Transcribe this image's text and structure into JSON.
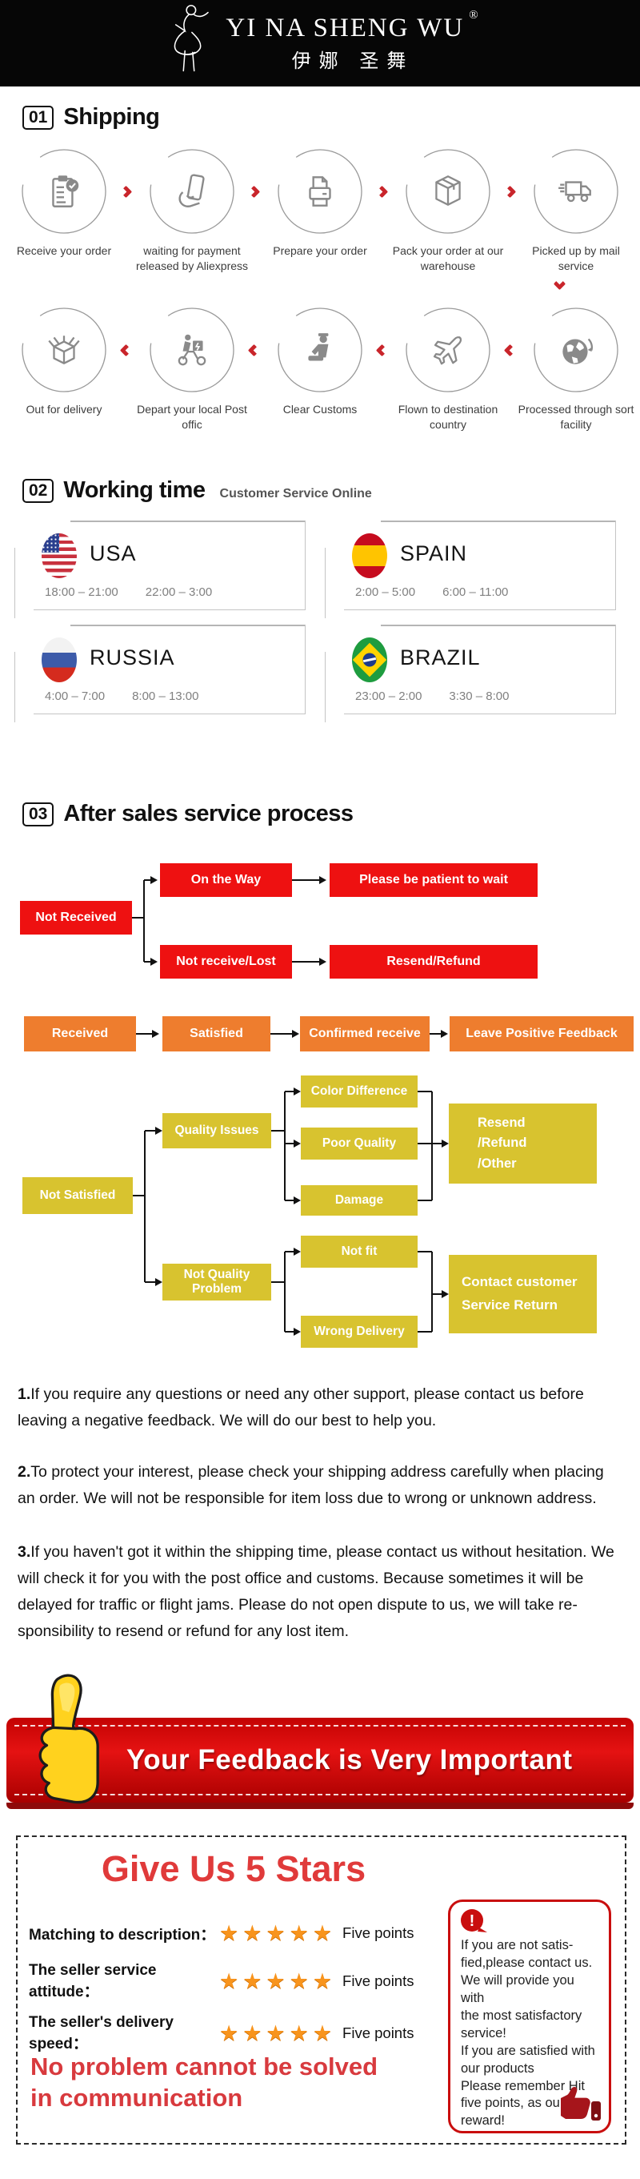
{
  "header": {
    "brand": "YI NA SHENG WU",
    "reg": "®",
    "brand_cn": "伊娜 圣舞"
  },
  "sections": {
    "shipping": {
      "num": "01",
      "title": "Shipping"
    },
    "working_time": {
      "num": "02",
      "title": "Working time",
      "subtitle": "Customer Service Online"
    },
    "after_sales": {
      "num": "03",
      "title": "After sales service process"
    }
  },
  "shipping": {
    "row1": [
      {
        "label": "Receive your order"
      },
      {
        "label": "waiting for payment released by Aliexpress"
      },
      {
        "label": "Prepare your order"
      },
      {
        "label": "Pack your order at our warehouse"
      },
      {
        "label": "Picked up by mail service"
      }
    ],
    "row2": [
      {
        "label": "Out for delivery"
      },
      {
        "label": "Depart your local Post offic"
      },
      {
        "label": "Clear Customs"
      },
      {
        "label": "Flown to destination country"
      },
      {
        "label": "Processed through sort facility"
      }
    ]
  },
  "working_time": {
    "countries": [
      {
        "name": "USA",
        "times": [
          "18:00 – 21:00",
          "22:00 – 3:00"
        ]
      },
      {
        "name": "SPAIN",
        "times": [
          "2:00 – 5:00",
          "6:00 – 11:00"
        ]
      },
      {
        "name": "RUSSIA",
        "times": [
          "4:00 – 7:00",
          "8:00 – 13:00"
        ]
      },
      {
        "name": "BRAZIL",
        "times": [
          "23:00 – 2:00",
          "3:30 – 8:00"
        ]
      }
    ]
  },
  "flow": {
    "not_received": "Not Received",
    "on_the_way": "On the Way",
    "please_wait": "Please be patient to wait",
    "not_receive_lost": "Not receive/Lost",
    "resend_refund": "Resend/Refund",
    "received": "Received",
    "satisfied": "Satisfied",
    "confirmed_receive": "Confirmed receive",
    "leave_feedback": "Leave Positive Feedback",
    "not_satisfied": "Not Satisfied",
    "quality_issues": "Quality Issues",
    "color_difference": "Color Difference",
    "poor_quality": "Poor Quality",
    "damage": "Damage",
    "resend_other": "Resend\n/Refund\n/Other",
    "not_quality_problem": "Not Quality Problem",
    "not_fit": "Not fit",
    "wrong_delivery": "Wrong Delivery",
    "contact_return": "Contact customer\nService Return"
  },
  "notes": [
    {
      "num": "1.",
      "text": "If you require any questions or need any other support, please contact us before leaving a negative feedback. We will do our best to help you."
    },
    {
      "num": "2.",
      "text": "To protect your interest, please check your shipping address carefully when placing an order. We will not be responsible for item loss due to wrong or unknown address."
    },
    {
      "num": "3.",
      "text": "If you haven't got it within the shipping time, please contact us without hesitation. We will check it for you with the post office and customs. Because sometimes it will be delayed for traffic or flight jams. Please do not open dispute to us, we will take re-sponsibility to resend or refund for any lost item."
    }
  ],
  "banner": {
    "text": "Your Feedback is Very Important"
  },
  "feedback": {
    "title": "Give Us 5 Stars",
    "stars": "★★★★★",
    "ratings": [
      {
        "label": "Matching to description：",
        "points": "Five points"
      },
      {
        "label": "The seller service attitude：",
        "points": "Five points"
      },
      {
        "label": "The seller's delivery speed：",
        "points": "Five points"
      }
    ],
    "slogan": "No problem cannot be solved\nin communication",
    "note": "If you are not satis-\nfied,please contact us.\nWe will provide you with\nthe most satisfactory\nservice!\nIf you are satisfied with\nour products\nPlease remember Hit\nfive points, as our\nreward!"
  },
  "colors": {
    "accent_red": "#EE1111",
    "accent_orange": "#EE7D2E",
    "accent_yellow": "#D8C32F",
    "star_orange": "#F8941D"
  }
}
